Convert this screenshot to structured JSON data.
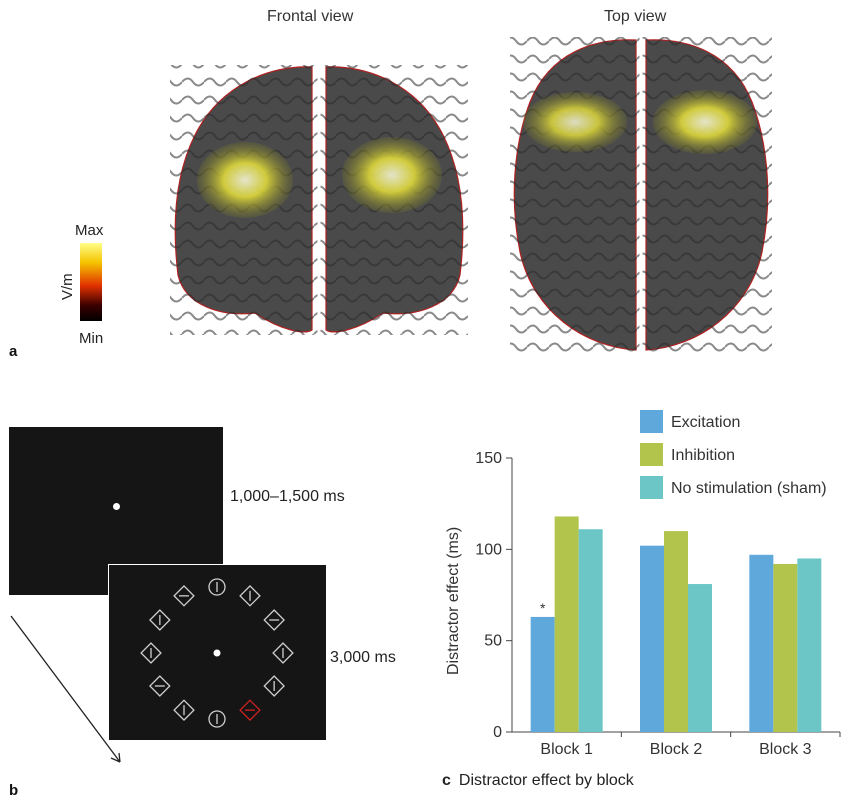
{
  "panel_a": {
    "letter": "a",
    "frontal_title": "Frontal view",
    "top_title": "Top view",
    "colorbar": {
      "max_label": "Max",
      "min_label": "Min",
      "unit_label": "V/m",
      "colors": [
        "#ffff88",
        "#f5c400",
        "#e03000",
        "#3a0000",
        "#000000"
      ]
    },
    "colors": {
      "cortex": "#4a4a4a",
      "field": "#e8e23a",
      "edge": "#b02020"
    }
  },
  "panel_b": {
    "letter": "b",
    "fixation_duration": "1,000–1,500 ms",
    "search_duration": "3,000 ms",
    "target_color": "#d02020",
    "item_color": "#cfcfcf"
  },
  "panel_c": {
    "letter": "c",
    "caption": "Distractor effect by block",
    "chart_data": {
      "type": "bar",
      "categories": [
        "Block 1",
        "Block 2",
        "Block 3"
      ],
      "series": [
        {
          "name": "Excitation",
          "color": "#5fa8dc",
          "values": [
            63,
            102,
            97
          ]
        },
        {
          "name": "Inhibition",
          "color": "#b2c44c",
          "values": [
            118,
            110,
            92
          ]
        },
        {
          "name": "No stimulation (sham)",
          "color": "#6cc6c6",
          "values": [
            111,
            81,
            95
          ]
        }
      ],
      "ylabel": "Distractor effect (ms)",
      "xlabel": "",
      "ylim": [
        0,
        150
      ],
      "yticks": [
        0,
        50,
        100,
        150
      ],
      "annotation": {
        "text": "*",
        "category": "Block 1",
        "series": "Excitation"
      },
      "legend_position": "top-right",
      "grid": false
    }
  }
}
